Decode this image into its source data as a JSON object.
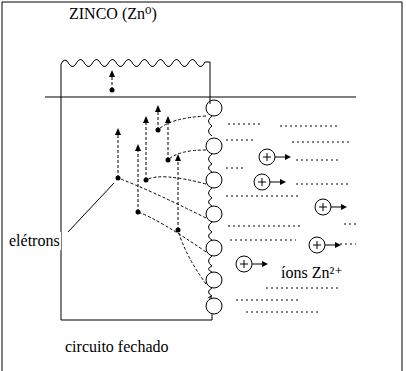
{
  "diagram": {
    "labels": [
      "ZINCO (Zn⁰)",
      "elétrons",
      "íons Zn²⁺",
      "circuito fechado"
    ]
  }
}
